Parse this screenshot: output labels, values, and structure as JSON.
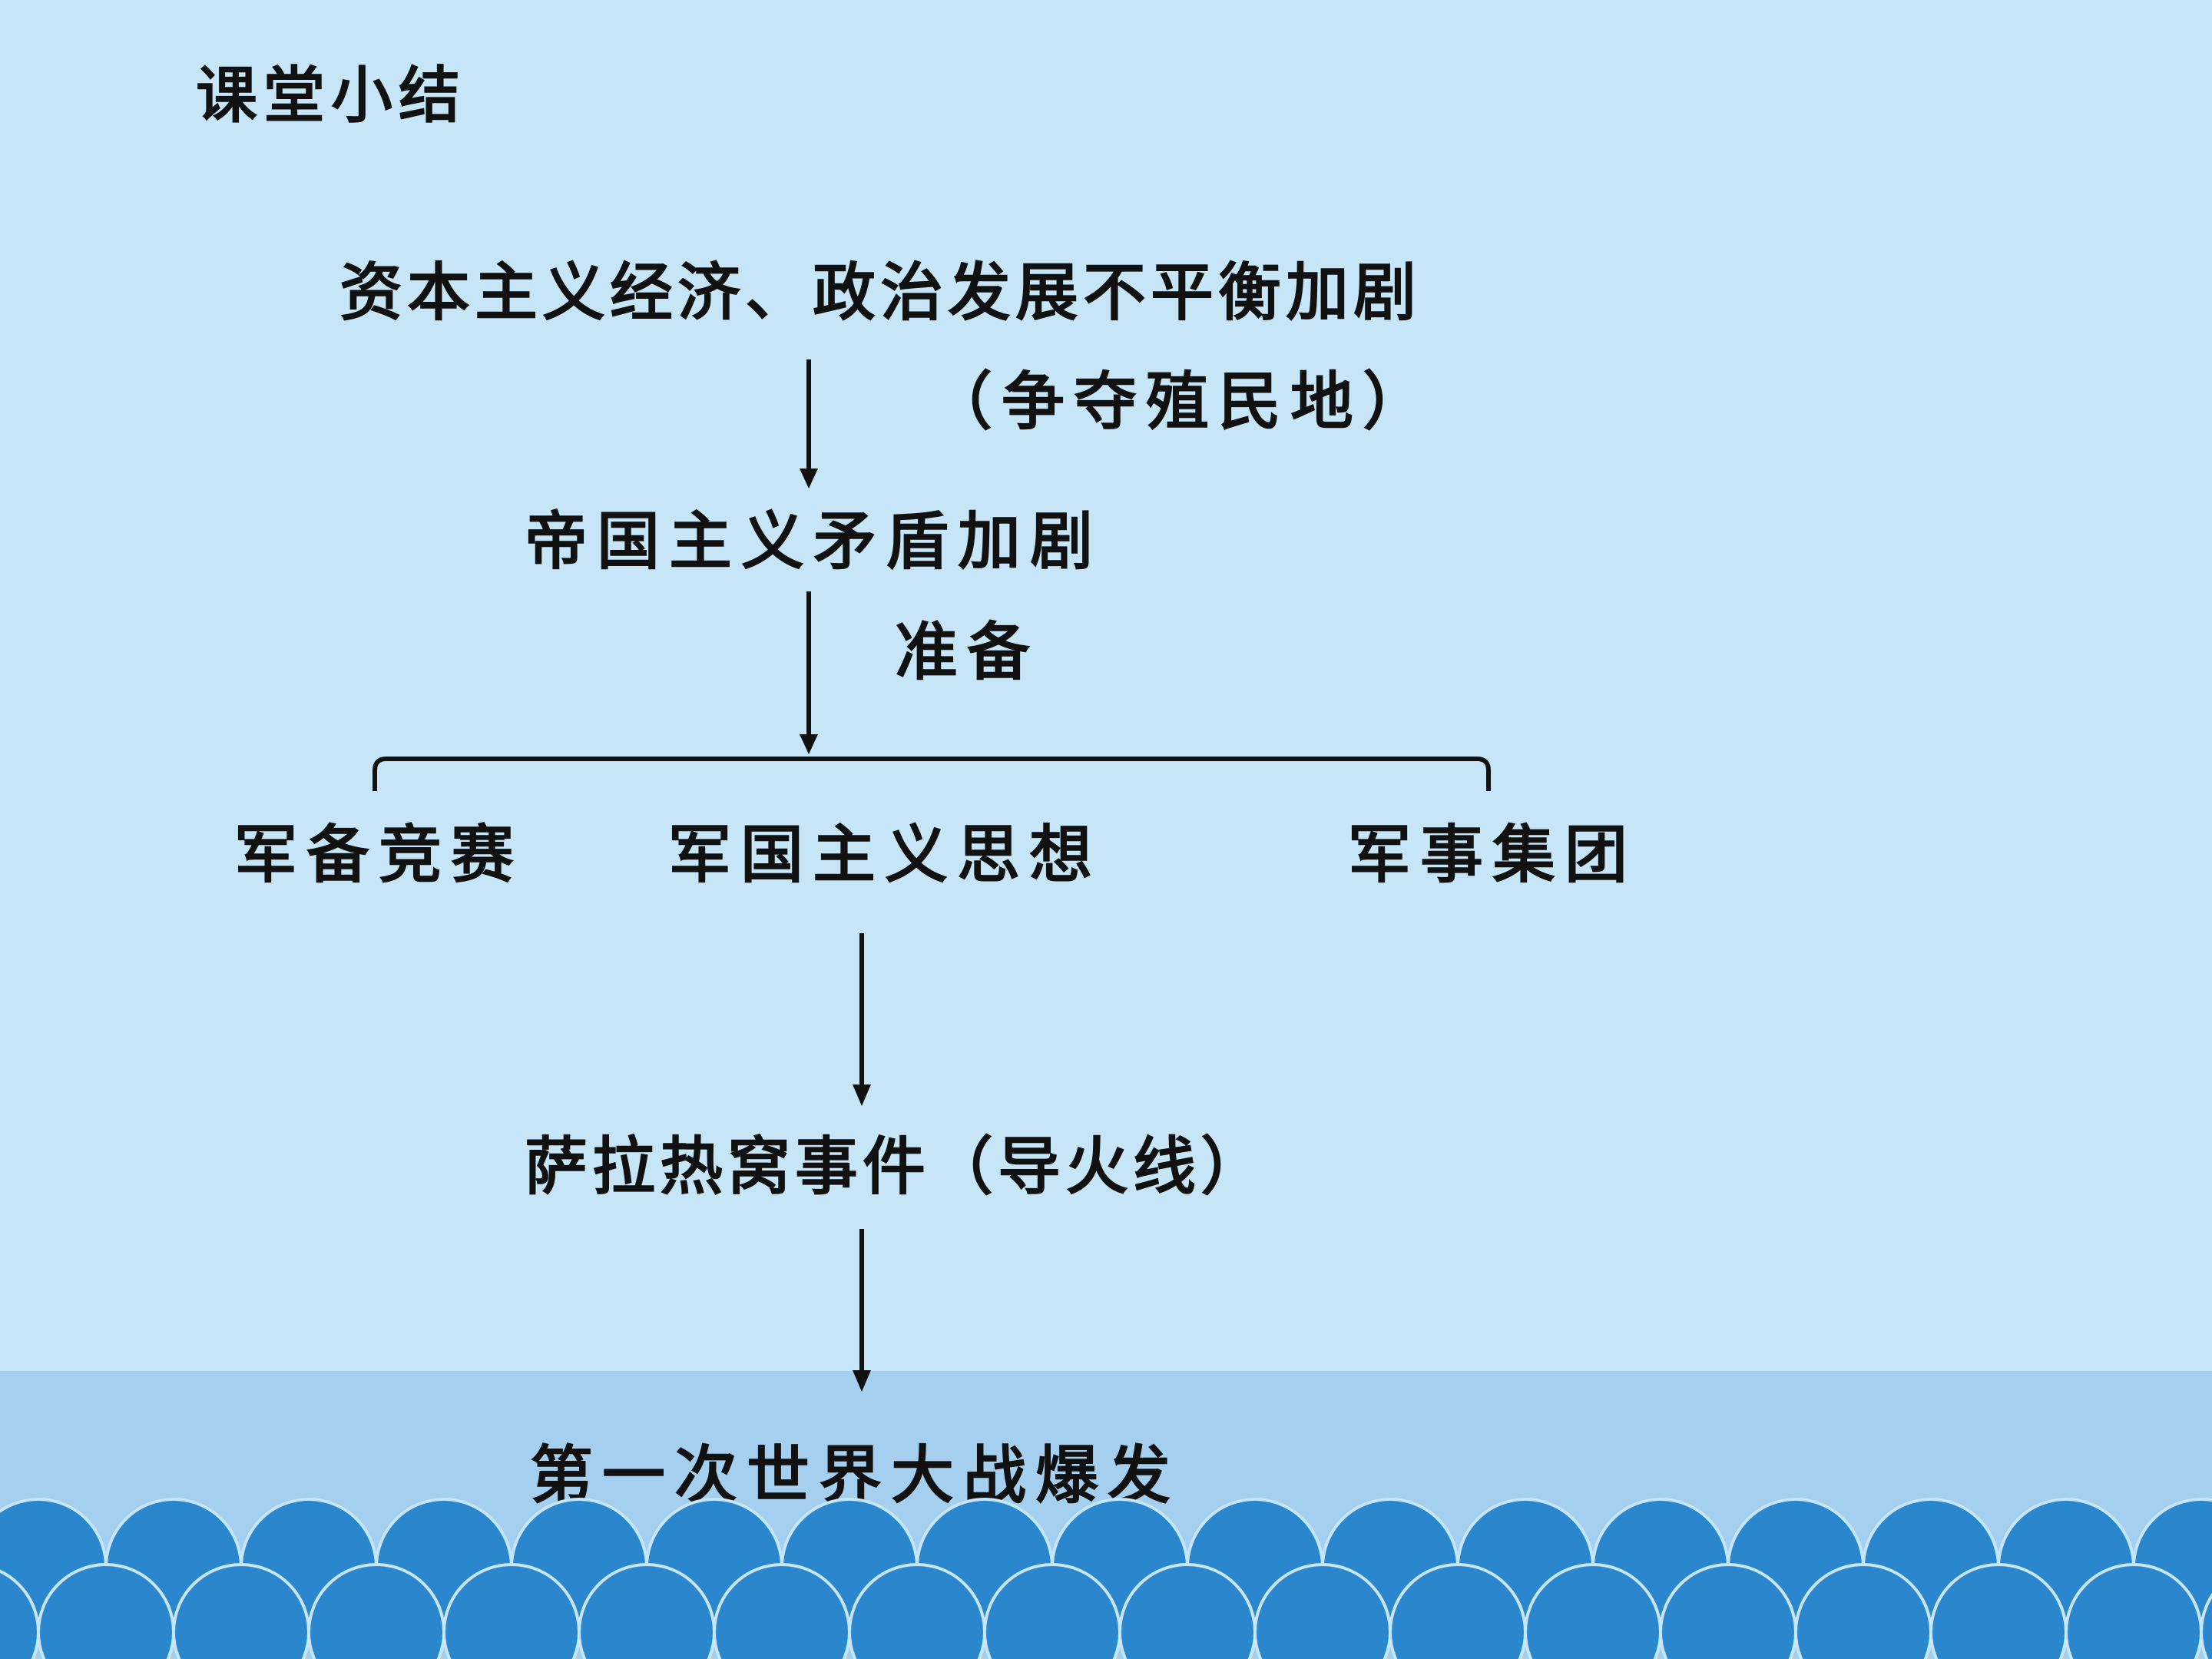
{
  "slide": {
    "title": "课堂小结"
  },
  "diagram": {
    "node_root": "资本主义经济、政治发展不平衡加剧",
    "edge_root_note": "（争夺殖民地）",
    "node_imperial": "帝国主义矛盾加剧",
    "edge_imperial_note": "准备",
    "branches": [
      "军备竞赛",
      "军国主义思想",
      "军事集团"
    ],
    "node_trigger": "萨拉热窝事件（导火线）",
    "node_outcome": "第一次世界大战爆发"
  },
  "colors": {
    "background": "#c6e6f8",
    "bottom_band": "#a4cfee",
    "wave": "#2b87cd",
    "text": "#111111"
  }
}
